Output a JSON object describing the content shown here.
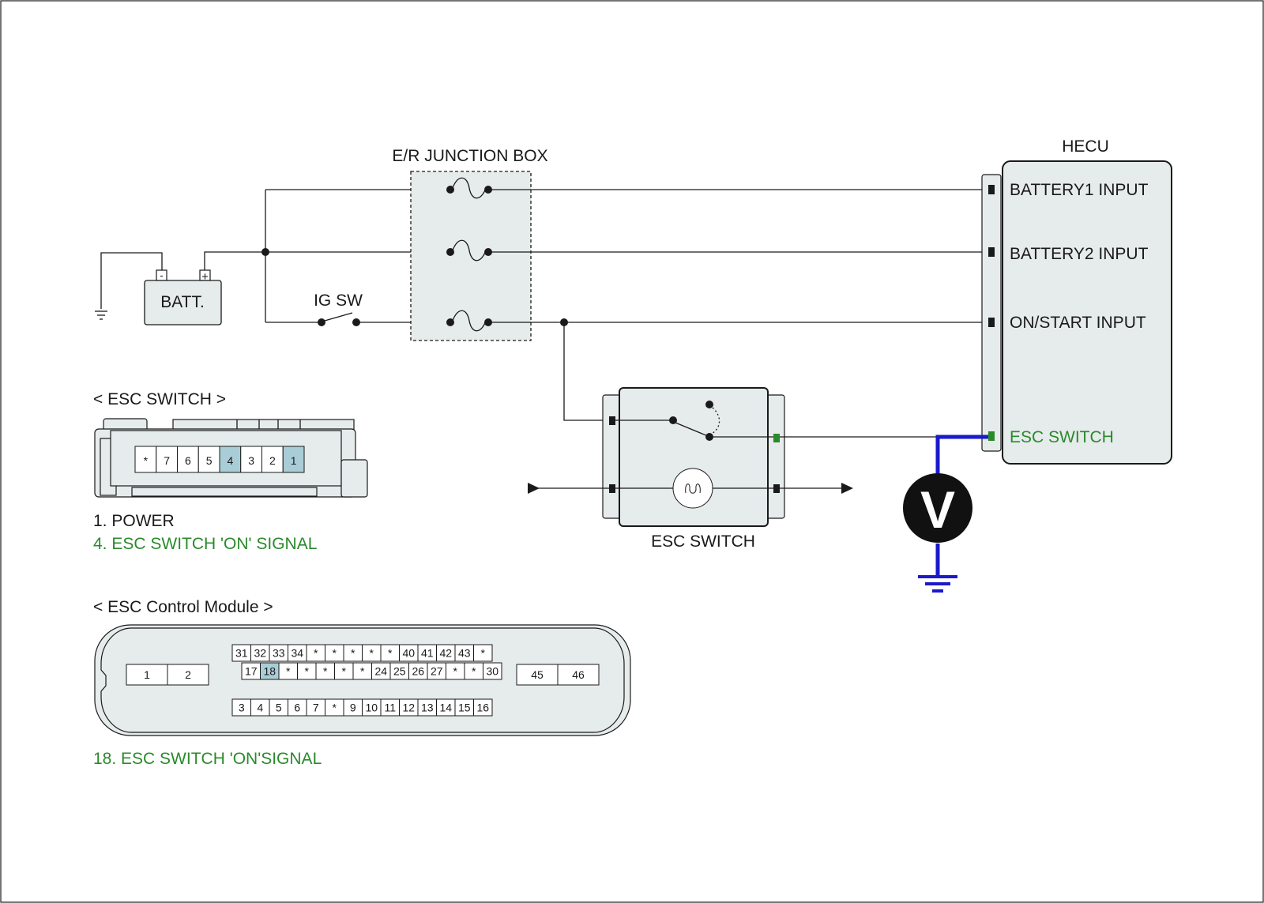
{
  "junction_box": {
    "title": "E/R JUNCTION BOX"
  },
  "battery": {
    "label": "BATT.",
    "neg": "-",
    "pos": "+"
  },
  "ig_switch": {
    "label": "IG SW"
  },
  "hecu": {
    "title": "HECU",
    "inputs": [
      "BATTERY1 INPUT",
      "BATTERY2 INPUT",
      "ON/START INPUT",
      "ESC SWITCH"
    ]
  },
  "esc_switch_component": {
    "label": "ESC SWITCH"
  },
  "voltmeter": {
    "symbol": "V"
  },
  "esc_switch_connector": {
    "title": "< ESC SWITCH >",
    "pins": [
      "*",
      "7",
      "6",
      "5",
      "4",
      "3",
      "2",
      "1"
    ],
    "highlighted": [
      "4",
      "1"
    ],
    "legend": [
      "1. POWER",
      "4. ESC SWITCH 'ON' SIGNAL"
    ]
  },
  "esc_module_connector": {
    "title": "< ESC Control Module >",
    "left_pins": [
      "1",
      "2"
    ],
    "row1": [
      "31",
      "32",
      "33",
      "34",
      "*",
      "*",
      "*",
      "*",
      "*",
      "40",
      "41",
      "42",
      "43",
      "*"
    ],
    "row2": [
      "17",
      "18",
      "*",
      "*",
      "*",
      "*",
      "*",
      "24",
      "25",
      "26",
      "27",
      "*",
      "*",
      "30"
    ],
    "row3": [
      "3",
      "4",
      "5",
      "6",
      "7",
      "*",
      "9",
      "10",
      "11",
      "12",
      "13",
      "14",
      "15",
      "16"
    ],
    "right_pins": [
      "45",
      "46"
    ],
    "highlighted": [
      "18"
    ],
    "legend": "18. ESC SWITCH 'ON'SIGNAL"
  },
  "colors": {
    "measure_wire": "#1a1acc",
    "signal_green": "#2a8a2a",
    "pin_highlight": "#a9cdd6"
  }
}
